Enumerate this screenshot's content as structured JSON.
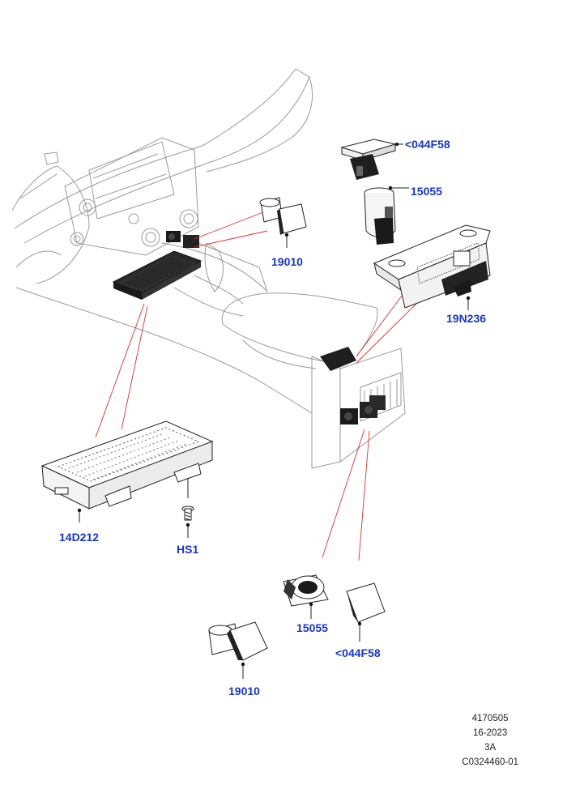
{
  "callouts": {
    "c044f58_top": "<044F58",
    "c15055_top": "15055",
    "c19010_top": "19010",
    "c19n236": "19N236",
    "c14d212": "14D212",
    "hs1": "HS1",
    "c15055_bottom": "15055",
    "c044f58_bottom": "<044F58",
    "c19010_bottom": "19010"
  },
  "footer": {
    "line1": "4170505",
    "line2": "16-2023",
    "line3": "3A",
    "line4": "C0324460-01"
  },
  "colors": {
    "callout_text": "#1a35c8",
    "leader_line": "#e0302a",
    "outline": "#999999",
    "part_dark": "#1a1a1a"
  }
}
